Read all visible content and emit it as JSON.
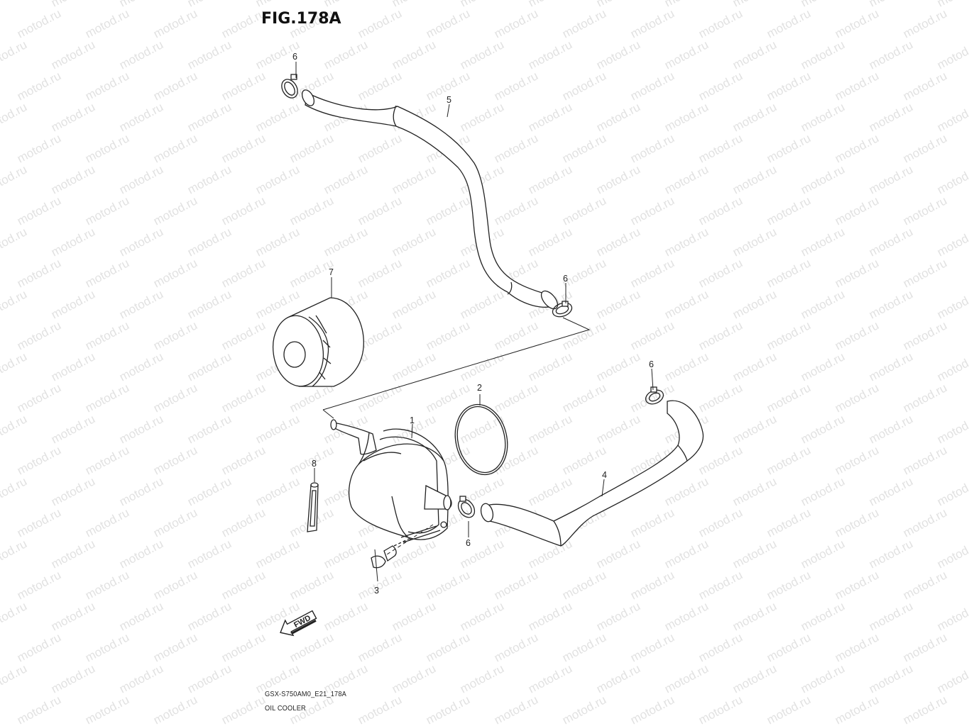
{
  "figure": {
    "title": "FIG.178A",
    "code": "GSX-S750AM0_E21_178A",
    "name": "OIL COOLER"
  },
  "callouts": {
    "part1": "1",
    "part2": "2",
    "part3": "3",
    "part4": "4",
    "part5": "5",
    "part6_top": "6",
    "part6_upper_right": "6",
    "part6_right": "6",
    "part6_lower": "6",
    "part7": "7",
    "part8": "8"
  },
  "direction_indicator": {
    "label": "FWD",
    "icon": "arrow-left-icon"
  },
  "watermark": "motod.ru"
}
